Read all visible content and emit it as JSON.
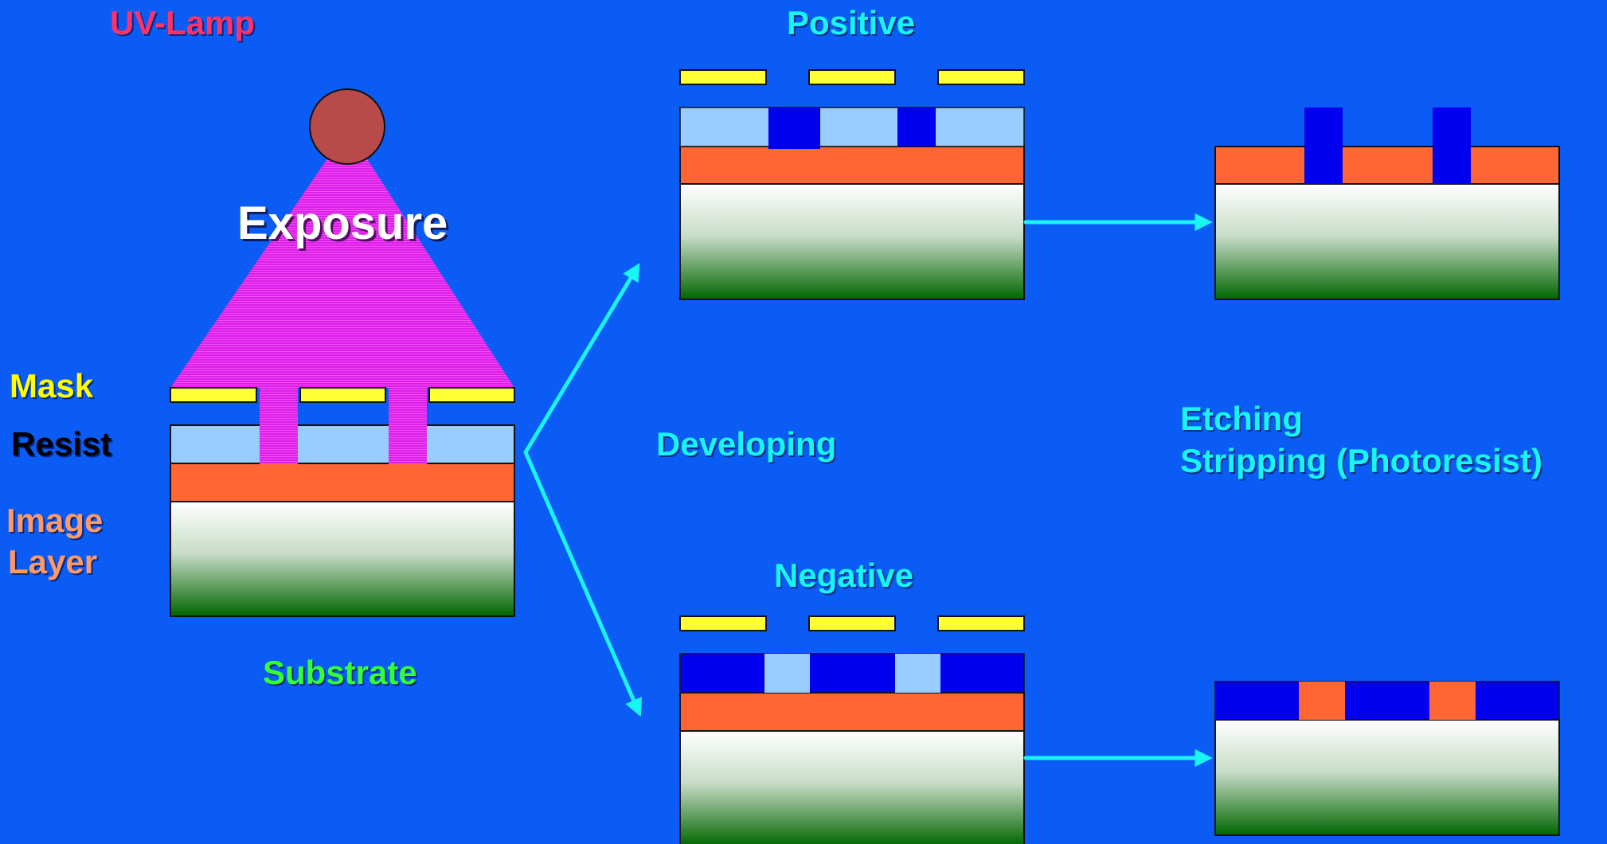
{
  "labels": {
    "uv_lamp": "UV-Lamp",
    "exposure": "Exposure",
    "mask": "Mask",
    "resist": "Resist",
    "image_layer_line1": "Image",
    "image_layer_line2": "Layer",
    "substrate": "Substrate",
    "developing": "Developing",
    "positive": "Positive",
    "negative": "Negative",
    "etching": "Etching",
    "stripping": "Stripping (Photoresist)"
  },
  "colors": {
    "background": "#0a5cf5",
    "mask_bar": "#ffff33",
    "resist_unexposed": "#99ccff",
    "resist_hardened": "#0000ee",
    "image_layer": "#ff6633",
    "substrate_top": "#ffffff",
    "substrate_bottom": "#006600",
    "uv_light": "#e81ee8",
    "lamp": "#b84a4a",
    "arrow": "#19f5f5",
    "label_cyan": "#19f5f5",
    "label_uv_lamp": "#ff3366",
    "label_mask": "#ffff00",
    "label_image_layer": "#ff9966",
    "label_substrate": "#33ff33"
  }
}
